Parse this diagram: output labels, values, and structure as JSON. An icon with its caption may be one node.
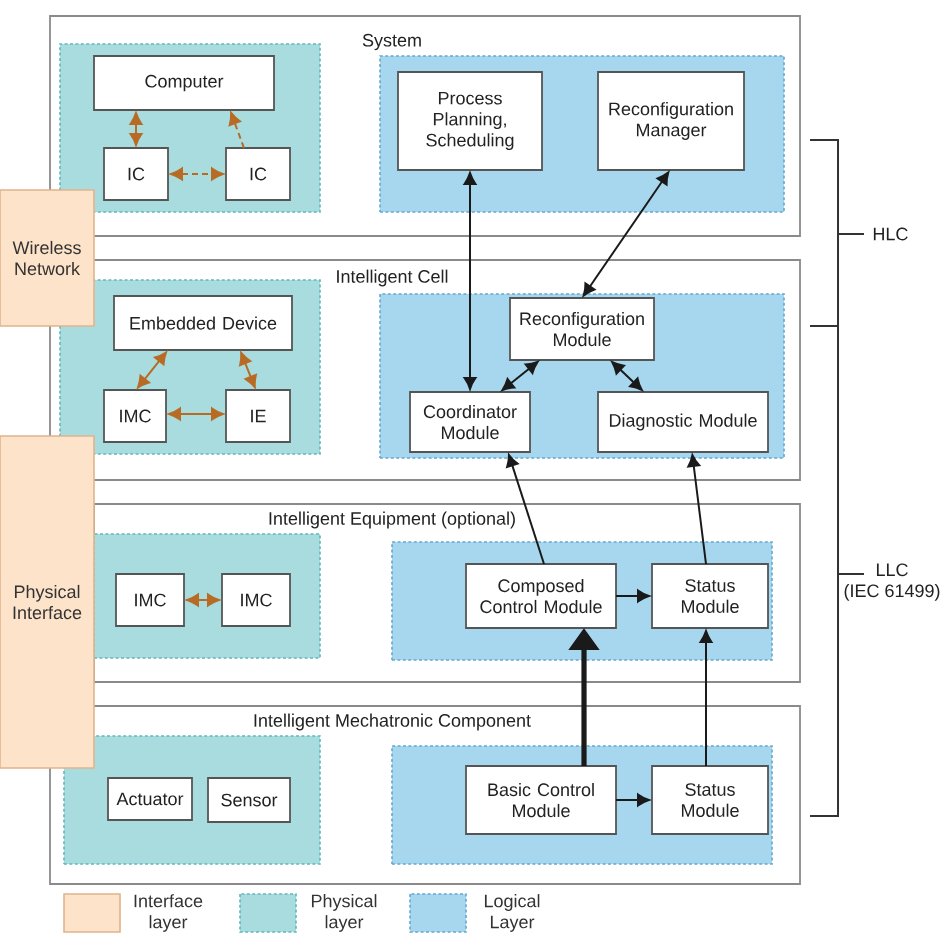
{
  "diagram": {
    "nodes": [
      {
        "text": [
          "System"
        ]
      },
      {
        "text": [],
        "shape": "box",
        "in": 0
      },
      {
        "text": [
          "Computer"
        ],
        "in": 1
      },
      {
        "text": [
          "IC"
        ],
        "in": 1
      },
      {
        "text": [
          "IC"
        ],
        "in": 1
      },
      {
        "text": [],
        "shape": "box",
        "in": 0
      },
      {
        "text": [
          "Process Planning, Scheduling"
        ],
        "in": 5
      },
      {
        "text": [
          "Reconfiguration Manager"
        ],
        "in": 5
      },
      {
        "text": [
          "Wireless Network"
        ]
      },
      {
        "text": [
          "Intelligent Cell"
        ]
      },
      {
        "text": [],
        "shape": "box",
        "in": 9
      },
      {
        "text": [
          "Embedded Device"
        ],
        "in": 10
      },
      {
        "text": [
          "IMC"
        ],
        "in": 10
      },
      {
        "text": [
          "IE"
        ],
        "in": 10
      },
      {
        "text": [],
        "shape": "box",
        "in": 9
      },
      {
        "text": [
          "Reconfiguration Module"
        ],
        "in": 14
      },
      {
        "text": [
          "Coordinator Module"
        ],
        "in": 14
      },
      {
        "text": [
          "Diagnostic Module"
        ],
        "in": 14
      },
      {
        "text": [
          "Physical Interface"
        ]
      },
      {
        "text": [
          "Intelligent Equipment (optional)"
        ]
      },
      {
        "text": [],
        "shape": "box",
        "in": 19
      },
      {
        "text": [
          "IMC"
        ],
        "in": 20
      },
      {
        "text": [
          "IMC"
        ],
        "in": 20
      },
      {
        "text": [],
        "shape": "box",
        "in": 19
      },
      {
        "text": [
          "Composed Control Module"
        ],
        "in": 23
      },
      {
        "text": [
          "Status Module"
        ],
        "in": 23
      },
      {
        "text": [
          "Intelligent Mechatronic Component"
        ]
      },
      {
        "text": [],
        "shape": "box",
        "in": 26
      },
      {
        "text": [
          "Actuator"
        ],
        "in": 27
      },
      {
        "text": [
          "Sensor"
        ],
        "in": 27
      },
      {
        "text": [],
        "shape": "box",
        "in": 26
      },
      {
        "text": [
          "Basic Control Module"
        ],
        "in": 30
      },
      {
        "text": [
          "Status Module"
        ],
        "in": 30
      }
    ],
    "edges": [
      {
        "from": 2,
        "to": 3,
        "arrow": "both",
        "color": "#b86b25"
      },
      {
        "from": 4,
        "to": 2,
        "arrow": "to",
        "style": "dashed",
        "color": "#b86b25"
      },
      {
        "from": 3,
        "to": 4,
        "arrow": "both",
        "style": "dashed",
        "color": "#b86b25"
      },
      {
        "from": 6,
        "to": 16,
        "arrow": "both"
      },
      {
        "from": 7,
        "to": 15,
        "arrow": "both"
      },
      {
        "from": 11,
        "to": 12,
        "arrow": "both",
        "color": "#b86b25"
      },
      {
        "from": 11,
        "to": 13,
        "arrow": "both",
        "color": "#b86b25"
      },
      {
        "from": 12,
        "to": 13,
        "arrow": "both",
        "color": "#b86b25"
      },
      {
        "from": 15,
        "to": 16,
        "arrow": "both"
      },
      {
        "from": 15,
        "to": 17,
        "arrow": "both"
      },
      {
        "from": 21,
        "to": 22,
        "arrow": "both",
        "color": "#b86b25"
      },
      {
        "from": 24,
        "to": 16,
        "arrow": "to"
      },
      {
        "from": 25,
        "to": 17,
        "arrow": "to"
      },
      {
        "from": 24,
        "to": 25,
        "arrow": "to"
      },
      {
        "from": 31,
        "to": 24,
        "arrow": "to",
        "style": "thick"
      },
      {
        "from": 31,
        "to": 32,
        "arrow": "to"
      },
      {
        "from": 32,
        "to": 25,
        "arrow": "to"
      }
    ],
    "labels": [
      "HLC",
      "LLC (IEC 61499)"
    ],
    "legend": [
      {
        "text": "Interface layer",
        "color": "#fde3c9"
      },
      {
        "text": "Physical layer",
        "color": "#a8dcdf"
      },
      {
        "text": "Logical Layer",
        "color": "#a7d7ee"
      }
    ]
  }
}
